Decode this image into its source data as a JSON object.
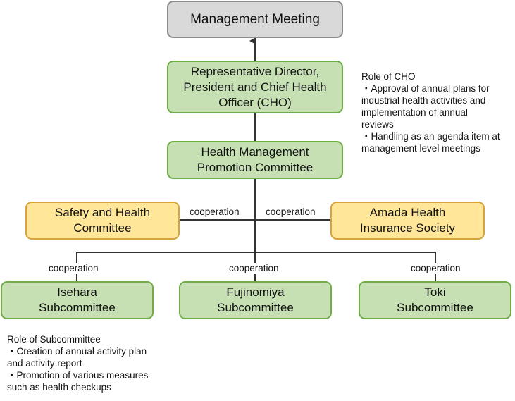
{
  "nodes": {
    "management_meeting": "Management Meeting",
    "cho": "Representative Director,\nPresident and Chief Health\nOfficer (CHO)",
    "health_committee": "Health Management\nPromotion Committee",
    "safety_committee": "Safety and Health\nCommittee",
    "insurance_society": "Amada Health\nInsurance Society",
    "isehara": "Isehara\nSubcommittee",
    "fujinomiya": "Fujinomiya\nSubcommittee",
    "toki": "Toki\nSubcommittee"
  },
  "edge_labels": {
    "left_cooperation": "cooperation",
    "right_cooperation": "cooperation",
    "isehara_cooperation": "cooperation",
    "fujinomiya_cooperation": "cooperation",
    "toki_cooperation": "cooperation"
  },
  "notes": {
    "cho_role": "Role of CHO\n・Approval of annual plans for\nindustrial health activities and\nimplementation of annual\nreviews\n・Handling as an agenda item at\nmanagement level meetings",
    "subcommittee_role": "Role of Subcommittee\n・Creation of annual activity plan\nand activity report\n・Promotion of various measures\nsuch as health checkups"
  },
  "colors": {
    "gray_fill": "#d9d9d9",
    "green_fill": "#c6e0b4",
    "yellow_fill": "#ffe699",
    "line": "#333333"
  }
}
